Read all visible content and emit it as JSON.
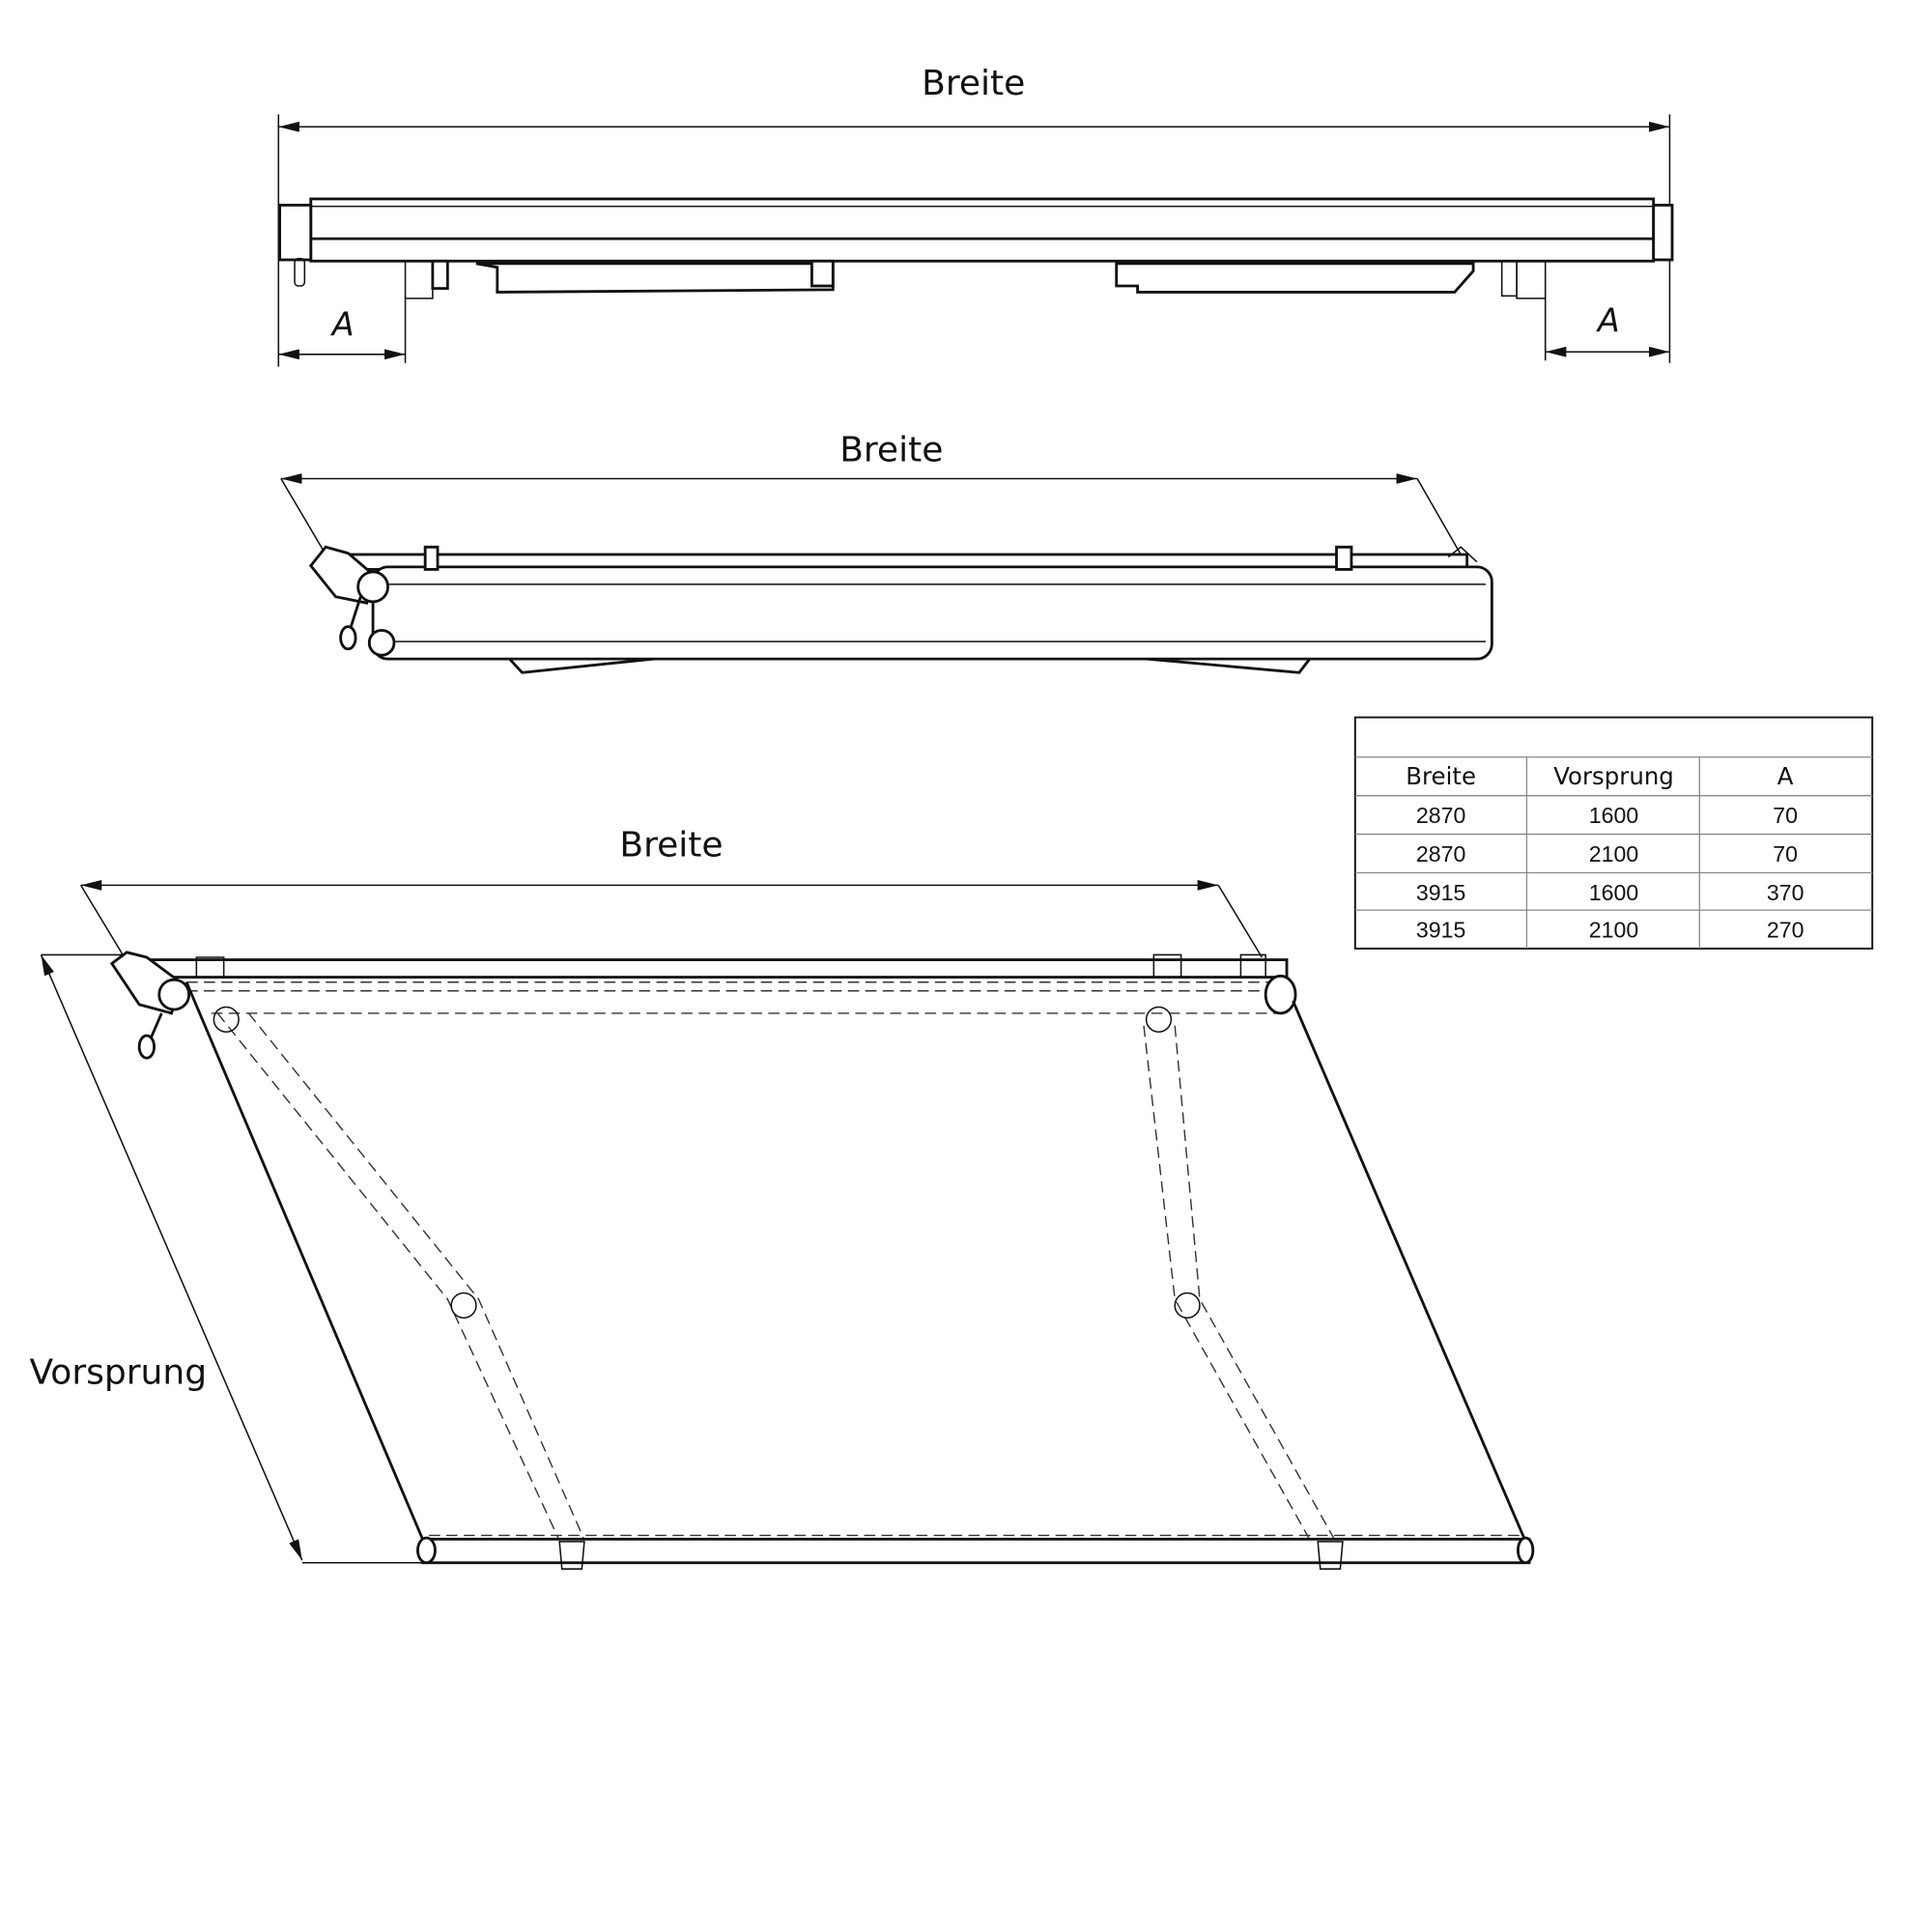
{
  "labels": {
    "top_width": "Breite",
    "middle_width": "Breite",
    "bottom_width": "Breite",
    "a_left": "A",
    "a_right": "A",
    "projection": "Vorsprung"
  },
  "table": {
    "headers": [
      "Breite",
      "Vorsprung",
      "A"
    ],
    "rows": [
      [
        "2870",
        "1600",
        "70"
      ],
      [
        "2870",
        "2100",
        "70"
      ],
      [
        "3915",
        "1600",
        "370"
      ],
      [
        "3915",
        "2100",
        "270"
      ]
    ]
  }
}
